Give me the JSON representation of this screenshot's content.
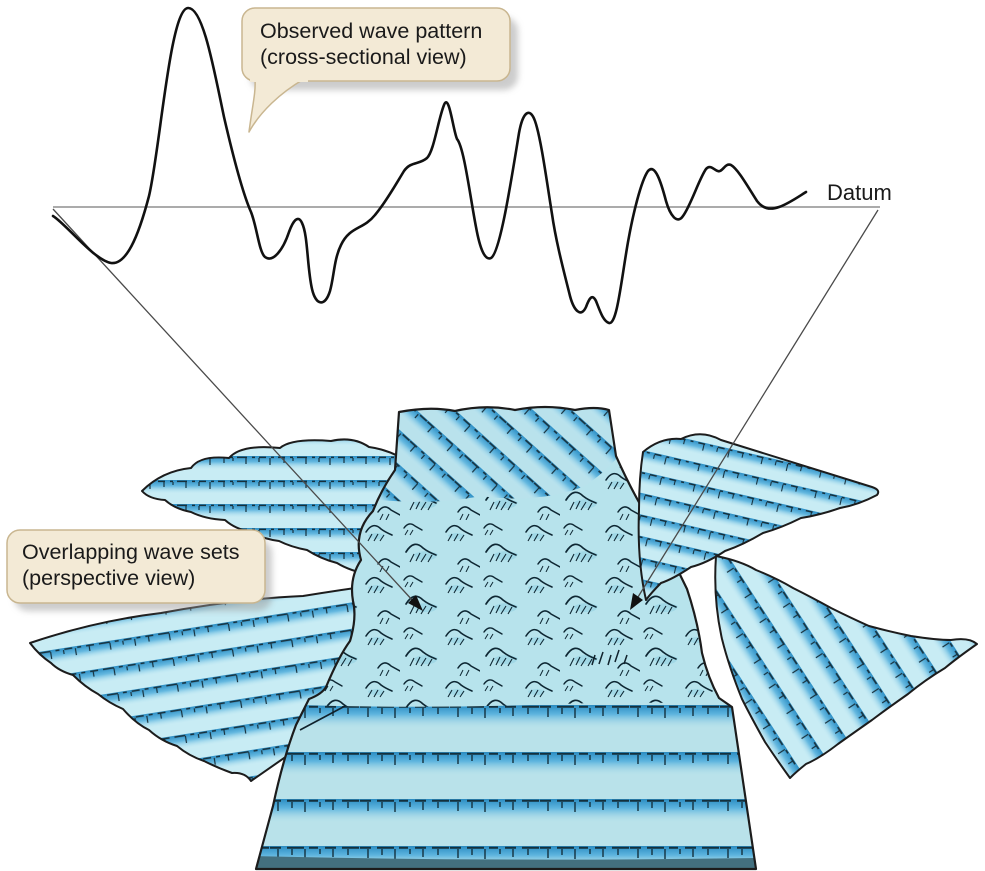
{
  "figure": {
    "datum_label": "Datum",
    "callouts": {
      "observed": {
        "line1": "Observed wave pattern",
        "line2": "(cross-sectional view)"
      },
      "overlapping": {
        "line1": "Overlapping wave sets",
        "line2": "(perspective view)"
      }
    }
  },
  "colors": {
    "wave_sheet_base": "#c8ecf4",
    "wave_band_dark": "#2d8fc5",
    "interference_base": "#b7e3ec",
    "callout_fill": "#f3ead6",
    "callout_border": "#c9b690",
    "ink_outline": "#1c1c1c",
    "datum_line": "#8f8f8f"
  }
}
